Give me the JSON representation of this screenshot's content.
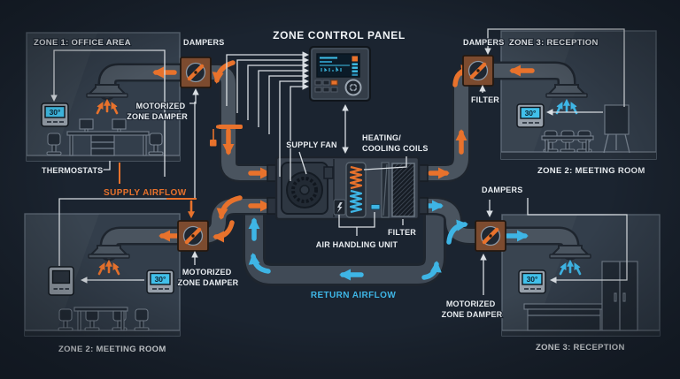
{
  "title": "ZONE CONTROL PANEL",
  "zones": {
    "zone1": {
      "label": "ZONE 1: OFFICE AREA",
      "thermostat": "30°"
    },
    "zone2": {
      "label": "ZONE 2: MEETING ROOM",
      "thermostat": "30°"
    },
    "zone3": {
      "label": "ZONE 3: RECEPTION",
      "thermostat": "30°"
    }
  },
  "labels": {
    "dampers": "DAMPERS",
    "motorized": "MOTORIZED",
    "zone_damper": "ZONE DAMPER",
    "thermostats": "THERMOSTATS",
    "supply_fan": "SUPPLY FAN",
    "heating": "HEATING/",
    "cooling_coils": "COOLING COILS",
    "air_handling_unit": "AIR HANDLING UNIT",
    "filter": "FILTER",
    "supply_airflow": "SUPPLY AIRFLOW",
    "return_airflow": "RETURN AIRFLOW"
  },
  "colors": {
    "background": "#1b2430",
    "supply_accent": "#e8722c",
    "return_accent": "#3eb5e5",
    "duct": "#4a545f",
    "damper_body": "#7c4b2f",
    "label_text": "#e9edf1"
  }
}
